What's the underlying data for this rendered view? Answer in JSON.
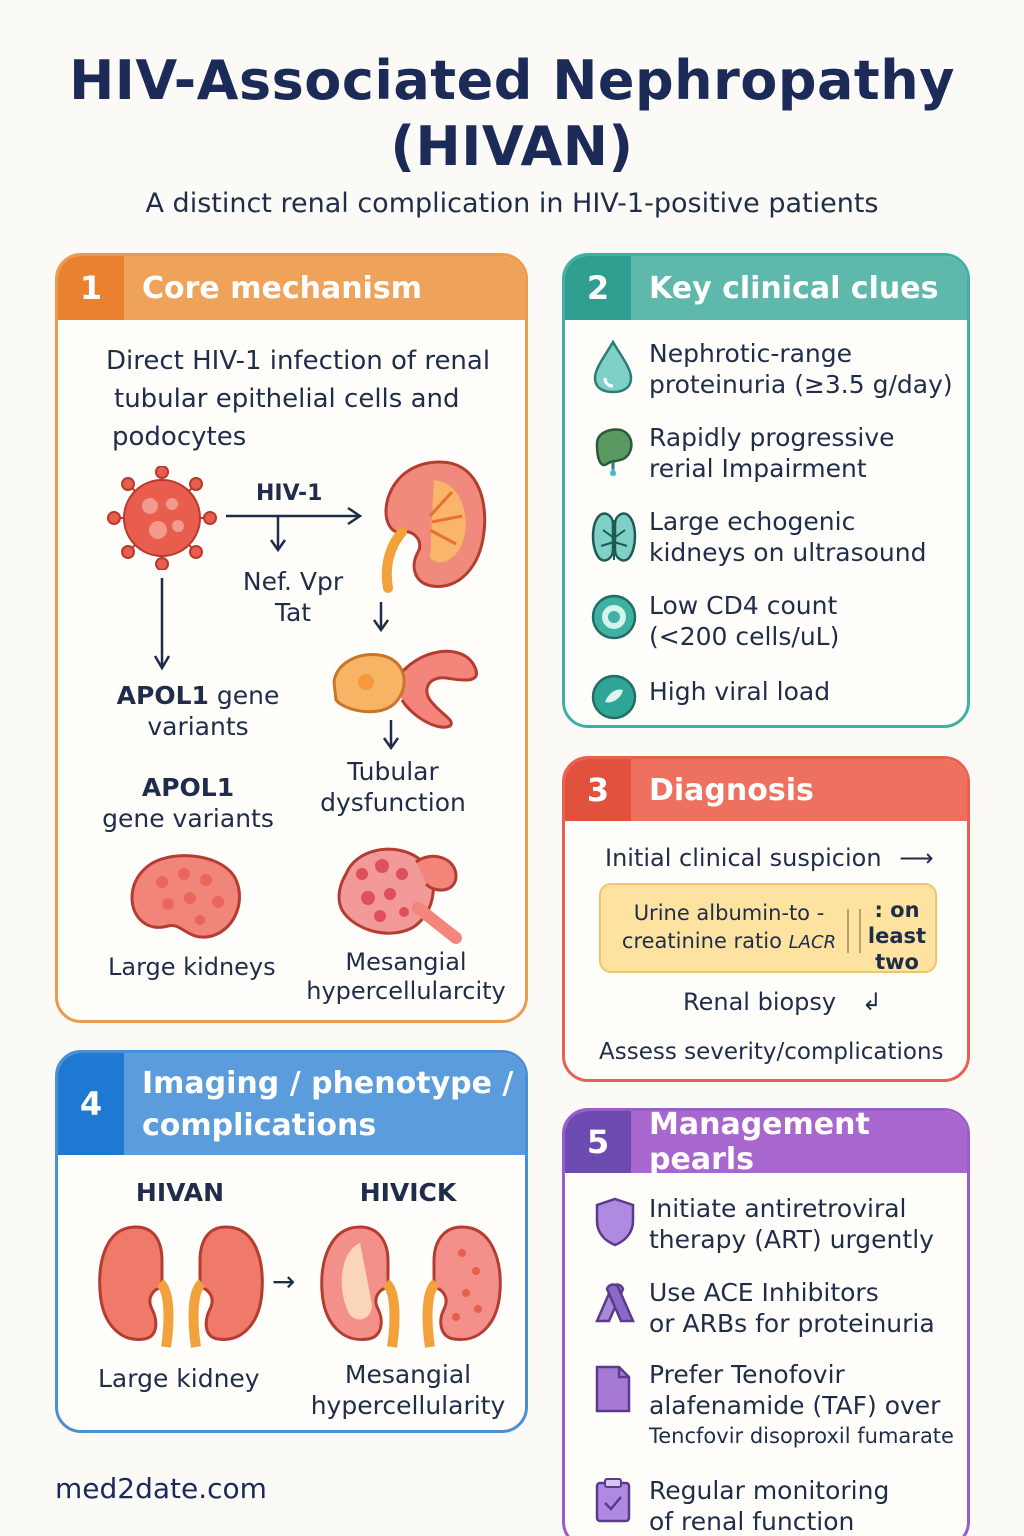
{
  "title_line1": "HIV-Associated Nephropathy",
  "title_line2": "(HIVAN)",
  "subtitle": "A distinct renal complication in HIV-1-positive patients",
  "colors": {
    "orange": "#ec8a3a",
    "teal": "#3aa89b",
    "red": "#e8604f",
    "blue": "#4a8fd6",
    "purple": "#9a5cc7"
  },
  "card1": {
    "num": "1",
    "title": "Core mechanism",
    "intro_line1": "Direct HIV-1 infection of renal",
    "intro_line2": "tubular epithelial cells and",
    "intro_line3": "podocytes",
    "hiv_label": "HIV-1",
    "nef_vpr": "Nef. Vpr",
    "tat": "Tat",
    "apol1_a_bold": "APOL1",
    "apol1_a_rest": " gene",
    "apol1_a_line2": "variants",
    "apol1_b_bold": "APOL1",
    "apol1_b_line2": "gene variants",
    "tubular_line1": "Tubular",
    "tubular_line2": "dysfunction",
    "large_kidneys": "Large kidneys",
    "mesangial_line1": "Mesangial",
    "mesangial_line2": "hypercellularcity"
  },
  "card2": {
    "num": "2",
    "title": "Key clinical clues",
    "clues": [
      {
        "line1": "Nephrotic-range",
        "line2": "proteinuria (≥3.5 g/day)",
        "icon": "droplet-icon"
      },
      {
        "line1": "Rapidly progressive",
        "line2": "rerial Impairment",
        "icon": "kidney-drip-icon"
      },
      {
        "line1": "Large echogenic",
        "line2": "kidneys on ultrasound",
        "icon": "ultrasound-kidney-icon"
      },
      {
        "line1": "Low CD4 count",
        "line2": "(<200 cells/uL)",
        "icon": "cell-icon"
      },
      {
        "line1": "High viral load",
        "line2": "",
        "icon": "virus-pill-icon"
      }
    ]
  },
  "card3": {
    "num": "3",
    "title": "Diagnosis",
    "step1": "Initial clinical suspicion",
    "urine_line1": "Urine albumin-to -",
    "urine_line2": "creatinine ratio",
    "urine_lacr": "LACR",
    "urine_side1": ": on",
    "urine_side2": "least",
    "urine_side3": "two",
    "step3": "Renal biopsy",
    "step4": "Assess severity/complications"
  },
  "card4": {
    "num": "4",
    "title_line1": "Imaging / phenotype /",
    "title_line2": "complications",
    "hivan": "HIVAN",
    "hivick": "HIVICK",
    "large_kidney": "Large kidney",
    "mes_line1": "Mesangial",
    "mes_line2": "hypercellularity"
  },
  "card5": {
    "num": "5",
    "title": "Management pearls",
    "items": [
      {
        "line1": "Initiate antiretroviral",
        "line2": "therapy (ART) urgently",
        "line3": "",
        "icon": "shield-icon"
      },
      {
        "line1": "Use ACE Inhibitors",
        "line2": "or ARBs for proteinuria",
        "line3": "",
        "icon": "capsule-icon"
      },
      {
        "line1": "Prefer Tenofovir",
        "line2": "alafenamide (TAF) over",
        "line3": "Tencfovir disoproxil fumarate",
        "icon": "document-icon"
      },
      {
        "line1": "Regular monitoring",
        "line2": "of renal function",
        "line3": "",
        "icon": "clipboard-icon"
      }
    ]
  },
  "footer": "med2date.com"
}
